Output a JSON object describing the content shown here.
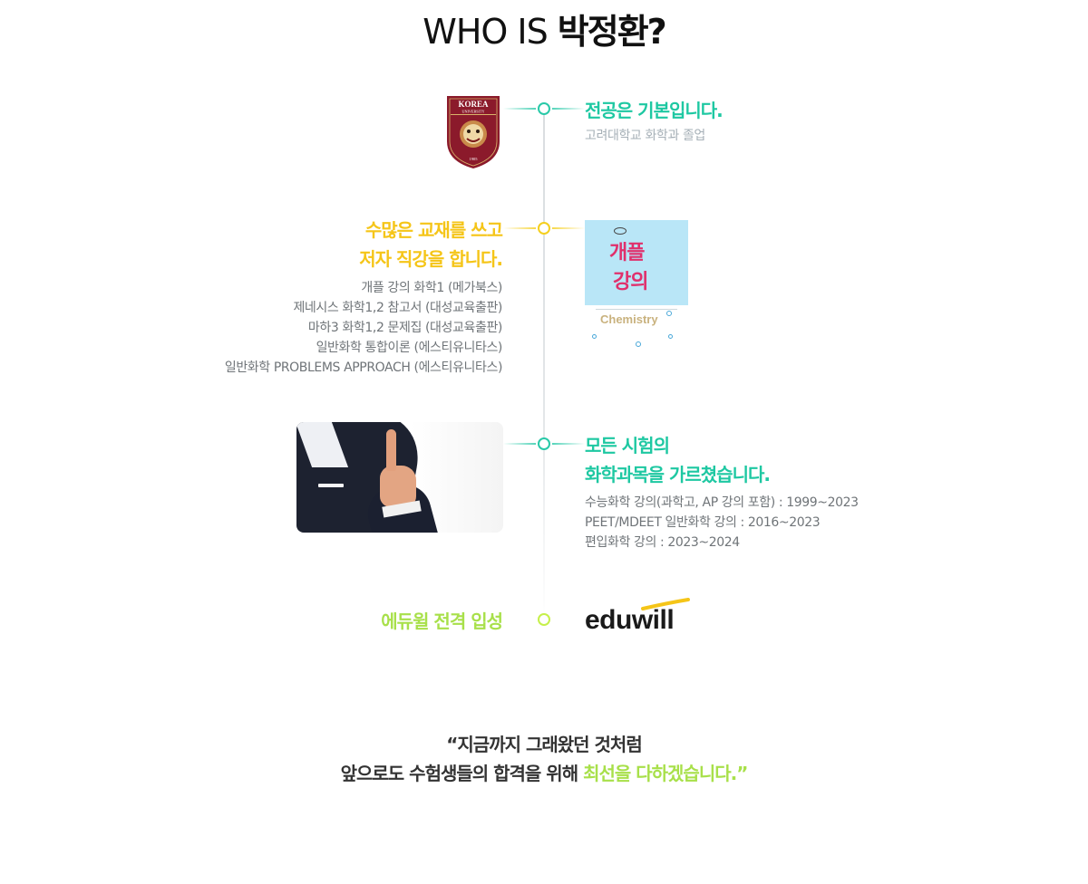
{
  "header": {
    "title_prefix": "WHO IS ",
    "title_name": "박정환?"
  },
  "items": [
    {
      "heading": "전공은 기본입니다.",
      "lines": [
        "고려대학교 화학과 졸업"
      ],
      "image": "korea-university-emblem",
      "emblem_text_top": "KOREA",
      "emblem_text_sub": "UNIVERSITY",
      "emblem_year": "1905",
      "color": "#1ec8a2"
    },
    {
      "heading_lines": [
        "수많은 교재를 쓰고",
        "저자 직강을 합니다."
      ],
      "lines": [
        "개플 강의 화학1 (메가북스)",
        "제네시스 화학1,2  참고서 (대성교육출판)",
        "마하3 화학1,2  문제집 (대성교육출판)",
        "일반화학 통합이론 (에스티유니타스)",
        "일반화학 PROBLEMS APPROACH (에스티유니타스)"
      ],
      "image": "textbook-cover",
      "book_title_1": "개플",
      "book_title_2": "강의",
      "book_subtitle": "Chemistry",
      "color": "#f5c518"
    },
    {
      "heading_lines": [
        "모든 시험의",
        "화학과목을 가르쳤습니다."
      ],
      "lines": [
        "수능화학 강의(과학고, AP 강의 포함) : 1999~2023",
        "PEET/MDEET 일반화학 강의 : 2016~2023",
        "편입화학 강의 : 2023~2024"
      ],
      "image": "instructor-photo",
      "color": "#1ec8a2"
    },
    {
      "heading": "에듀윌 전격 입성",
      "image": "eduwill-logo",
      "logo_text": "eduwill",
      "color": "#a8e04a"
    }
  ],
  "closing": {
    "line1": "“지금까지 그래왔던 것처럼",
    "line2_prefix": "앞으로도 수험생들의 합격을 위해 ",
    "line2_highlight": "최선을 다하겠습니다.”",
    "highlight_color": "#a8e04a"
  }
}
